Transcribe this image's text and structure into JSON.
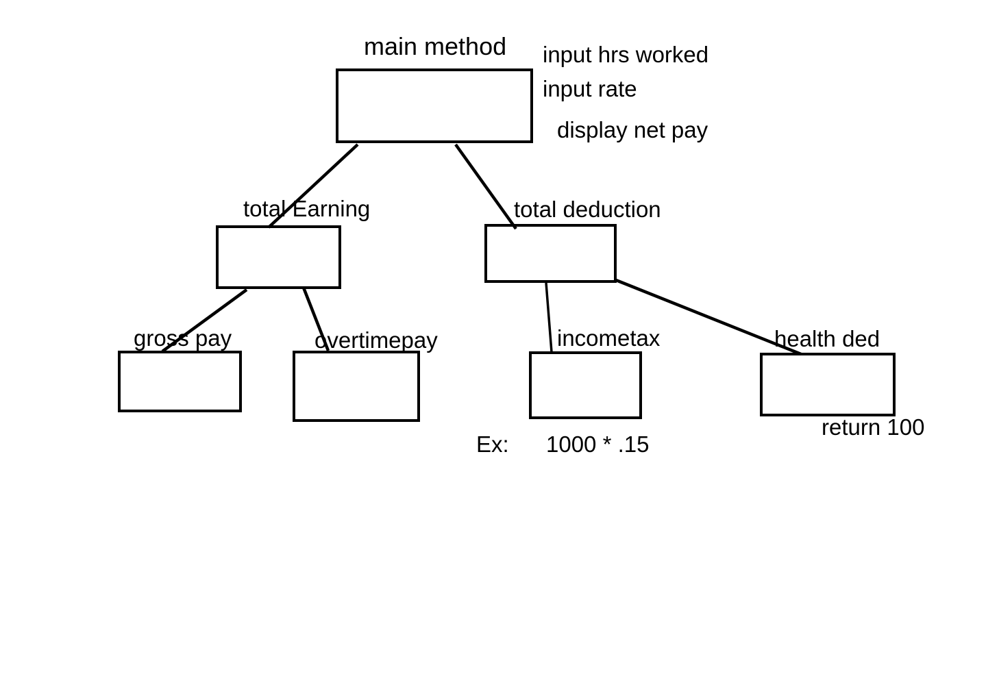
{
  "diagram": {
    "type": "hierarchy-chart",
    "colors": {
      "background": "#ffffff",
      "stroke": "#000000",
      "text": "#000000"
    },
    "nodes": {
      "main_method": {
        "label": "main method"
      },
      "total_earning": {
        "label": "total Earning"
      },
      "total_deduction": {
        "label": "total deduction"
      },
      "gross_pay": {
        "label": "gross pay"
      },
      "overtimepay": {
        "label": "overtimepay"
      },
      "incometax": {
        "label": "incometax"
      },
      "health_ded": {
        "label": "health ded"
      }
    },
    "edges": [
      {
        "from": "main_method",
        "to": "total_earning"
      },
      {
        "from": "main_method",
        "to": "total_deduction"
      },
      {
        "from": "total_earning",
        "to": "gross_pay"
      },
      {
        "from": "total_earning",
        "to": "overtimepay"
      },
      {
        "from": "total_deduction",
        "to": "incometax"
      },
      {
        "from": "total_deduction",
        "to": "health_ded"
      }
    ],
    "annotations": {
      "main_notes": [
        "input hrs worked",
        "input rate",
        "display net pay"
      ],
      "health_ded_note": "return 100",
      "example_prefix": "Ex:",
      "example_expression": "1000 * .15"
    }
  }
}
